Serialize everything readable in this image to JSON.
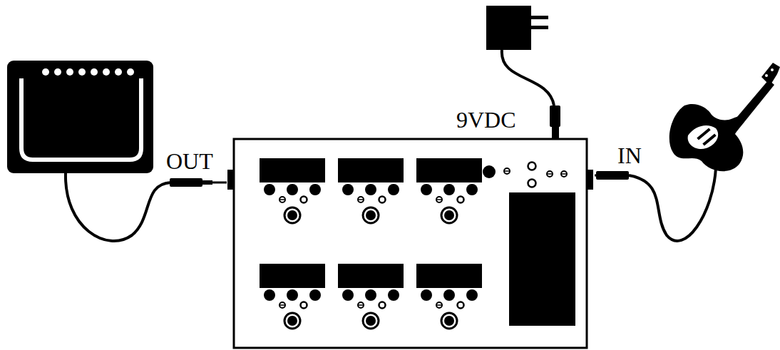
{
  "diagram": {
    "labels": [
      "OUT",
      "9VDC",
      "IN"
    ]
  }
}
